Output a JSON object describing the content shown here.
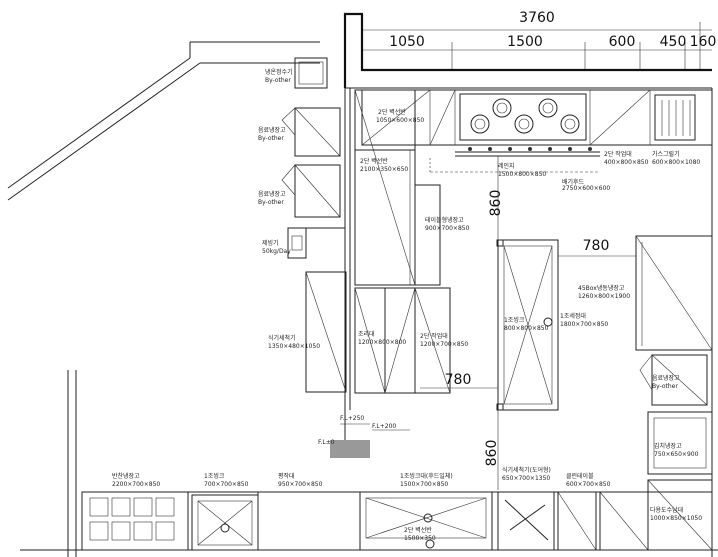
{
  "dimensions": {
    "total_width": "3760",
    "segments": [
      "1050",
      "1500",
      "600",
      "450",
      "160"
    ],
    "clearance_upper_vertical": "860",
    "clearance_right_horizontal": "780",
    "clearance_left_horizontal": "780",
    "clearance_lower_vertical": "860"
  },
  "labels": {
    "ice_maker_top": "냉온정수기",
    "by_other_1": "By-other",
    "fridge_1": "음료냉장고",
    "by_other_2": "By-other",
    "fridge_2": "음료냉장고",
    "by_other_3": "By-other",
    "ice_machine": "제빙기",
    "ice_machine_spec": "50kg/Day",
    "shelf_cabinet": "2단 벽선반",
    "shelf_cabinet_spec": "1050×600×850",
    "wall_shelf": "2단 벽선반",
    "wall_shelf_spec": "2100×350×650",
    "fridge_table": "테이블형냉장고",
    "fridge_table_spec": "900×700×850",
    "dish_shelf": "식기세척기",
    "dish_shelf_spec": "1350×480×1050",
    "tray_rack": "조리대",
    "tray_rack_spec": "1200×800×800",
    "two_tier_table": "2단 작업대",
    "two_tier_table_spec": "1200×700×850",
    "range_label": "레인지",
    "range_spec": "1500×800×850",
    "hood_label": "배기후드",
    "hood_spec": "2750×600×600",
    "work_table_right": "2단 작업대",
    "work_table_right_spec": "400×800×850",
    "gas_grill": "가스그릴기",
    "gas_grill_spec": "600×800×1080",
    "island_sink": "1조씽크",
    "island_sink_spec": "800×800×850",
    "island_table": "1조세정대",
    "island_table_spec": "1800×700×850",
    "reach_in": "45Box냉동냉장고",
    "reach_in_spec": "1260×800×1900",
    "drink_fridge_r": "음료냉장고",
    "drink_fridge_r_by": "By-other",
    "cold_table_r": "김치냉장고",
    "cold_table_r_spec": "750×650×900",
    "dish_rack_r": "다용도수납대",
    "dish_rack_r_spec": "1000×850×1050",
    "fl_upper": "F.L+250",
    "fl_right": "F.L+200",
    "fl_zero": "F.L±0",
    "bot_cabinet": "반찬냉장고",
    "bot_cabinet_spec": "2200×700×850",
    "bot_sink": "1조씽크",
    "bot_sink_spec": "700×700×850",
    "bot_shelf": "평작대",
    "bot_shelf_spec": "950×700×850",
    "bot_sink2": "1조씽크대(후드일체)",
    "bot_sink2_spec": "1500×700×850",
    "bot_dish": "식기세척기(도어형)",
    "bot_dish_spec": "650×700×1350",
    "bot_clean": "클린테이블",
    "bot_clean_spec": "600×700×850",
    "bot_bottom": "2단 벽선반",
    "bot_bottom_spec": "1500×350"
  }
}
